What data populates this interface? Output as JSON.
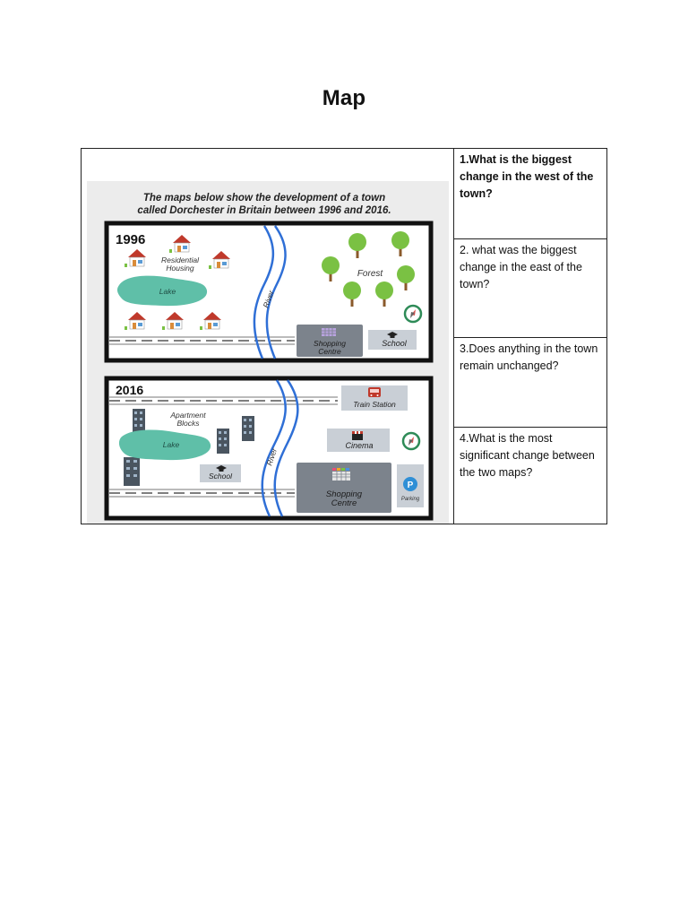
{
  "page": {
    "title": "Map"
  },
  "figure": {
    "caption_line1": "The maps below show the development of a town",
    "caption_line2": "called Dorchester in Britain between 1996 and 2016.",
    "map_1996": {
      "year": "1996",
      "residential_line1": "Residential",
      "residential_line2": "Housing",
      "lake": "Lake",
      "river": "River",
      "forest": "Forest",
      "shopping_line1": "Shopping",
      "shopping_line2": "Centre",
      "school": "School"
    },
    "map_2016": {
      "year": "2016",
      "apartment_line1": "Apartment",
      "apartment_line2": "Blocks",
      "lake": "Lake",
      "river": "River",
      "school": "School",
      "train_station": "Train Station",
      "cinema": "Cinema",
      "shopping_line1": "Shopping",
      "shopping_line2": "Centre",
      "parking": "Parking",
      "parking_symbol": "P"
    },
    "colors": {
      "lake": "#5fbfa8",
      "river": "#2f6fd6",
      "tree": "#7ac143",
      "house_roof": "#c0392b",
      "frame": "#111111",
      "building_box": "#7c838c",
      "label_box": "#c9cfd6"
    }
  },
  "questions": [
    {
      "text": "1.What is the biggest change in the west of the town?"
    },
    {
      "text": "2. what was the biggest change in the east of the town?"
    },
    {
      "text": "3.Does anything in the town remain unchanged?"
    },
    {
      "text": "4.What is the most significant change between the two maps?"
    }
  ]
}
